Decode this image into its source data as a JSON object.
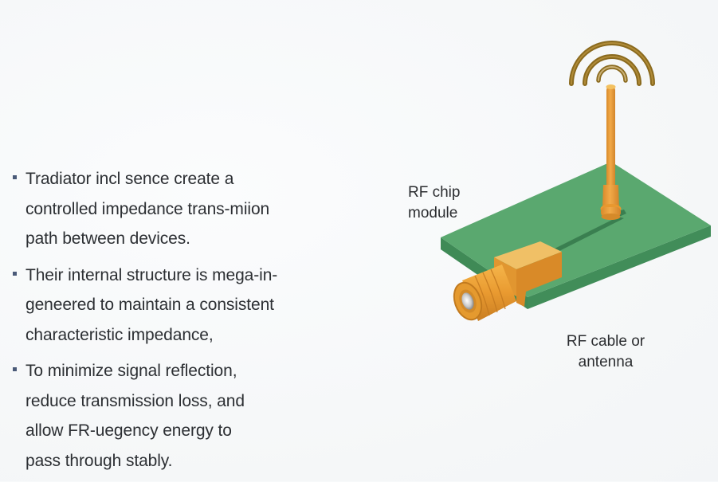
{
  "bullets": [
    {
      "text": "Tradiator incl sence create a\ncontrolled impedance trans-miion\npath between devices."
    },
    {
      "text": "Their internal structure is mega-in-\ngeneered to maintain a consistent\ncharacteristic impedance,"
    },
    {
      "text": "To minimize signal reflection,\nreduce transmission loss, and\nallow FR-uegency energy to\npass through stably."
    }
  ],
  "diagram": {
    "labels": {
      "chip_module": "RF chip\nmodule",
      "cable_antenna": "RF cable or\nantenna"
    },
    "colors": {
      "pcb_top": "#5aa86f",
      "pcb_side": "#3f8a56",
      "trace": "#3a7f50",
      "copper": "#eba13a",
      "copper_dark": "#c97f22",
      "copper_light": "#f3c160",
      "wave": "#8a6a1e",
      "bullet_marker": "#4a5a78",
      "text": "#2c2f33"
    },
    "icons": [
      "signal-wave-icon",
      "antenna-icon",
      "pcb-board-icon",
      "sma-connector-icon"
    ]
  }
}
